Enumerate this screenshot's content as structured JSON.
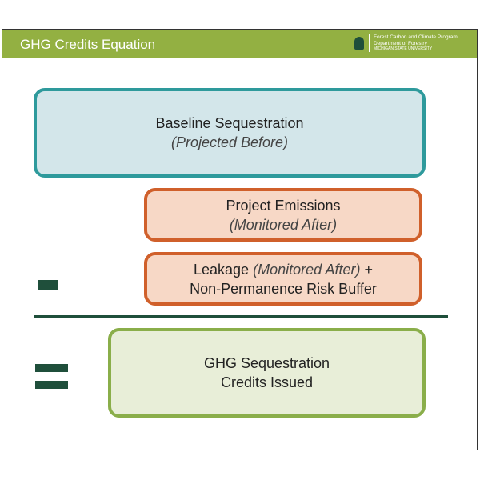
{
  "header": {
    "title": "GHG Credits Equation",
    "logo": {
      "line1": "Forest Carbon and Climate Program",
      "line2": "Department of Forestry",
      "line3": "MICHIGAN STATE UNIVERSITY"
    }
  },
  "boxes": {
    "baseline": {
      "label": "Baseline Sequestration",
      "note": "(Projected Before)"
    },
    "emissions": {
      "label": "Project Emissions",
      "note": "(Monitored After)"
    },
    "leakage": {
      "label": "Leakage",
      "note": "(Monitored After)",
      "suffix": " +",
      "line2": "Non-Permanence Risk Buffer"
    },
    "result": {
      "line1": "GHG Sequestration",
      "line2": "Credits Issued"
    }
  },
  "colors": {
    "header": "#93b042",
    "teal": "#2e9a9c",
    "orange": "#d0602b",
    "green": "#8aae4a",
    "dark": "#1f4f3b"
  }
}
